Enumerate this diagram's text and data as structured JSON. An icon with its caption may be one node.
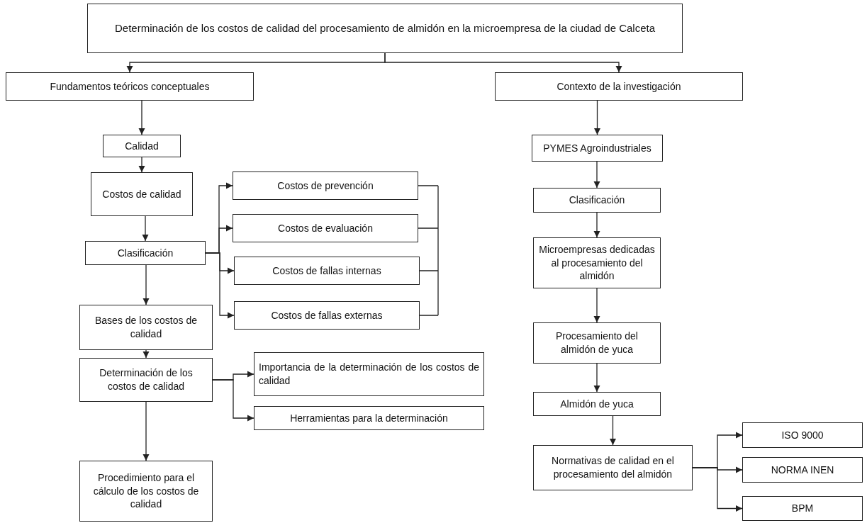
{
  "diagram": {
    "nodes": [
      {
        "text": [
          "Determinación de los costos de calidad del procesamiento de almidón en la microempresa de la ciudad de Calceta"
        ]
      },
      {
        "text": [
          "Fundamentos teóricos conceptuales"
        ]
      },
      {
        "text": [
          "Contexto de la investigación"
        ]
      },
      {
        "text": [
          "Calidad"
        ]
      },
      {
        "text": [
          "Costos de calidad"
        ]
      },
      {
        "text": [
          "Clasificación"
        ]
      },
      {
        "text": [
          "Costos de prevención"
        ]
      },
      {
        "text": [
          "Costos de evaluación"
        ]
      },
      {
        "text": [
          "Costos de fallas internas"
        ]
      },
      {
        "text": [
          "Costos de fallas externas"
        ]
      },
      {
        "text": [
          "Bases de los costos de calidad"
        ]
      },
      {
        "text": [
          "Determinación de los costos de calidad"
        ]
      },
      {
        "text": [
          "Importancia de la determinación de los costos de calidad"
        ]
      },
      {
        "text": [
          "Herramientas para la determinación"
        ]
      },
      {
        "text": [
          "Procedimiento para el cálculo de los costos de calidad"
        ]
      },
      {
        "text": [
          "PYMES Agroindustriales"
        ]
      },
      {
        "text": [
          "Clasificación"
        ]
      },
      {
        "text": [
          "Microempresas dedicadas al procesamiento del almidón"
        ]
      },
      {
        "text": [
          "Procesamiento del almidón de yuca"
        ]
      },
      {
        "text": [
          "Almidón de yuca"
        ]
      },
      {
        "text": [
          "Normativas de calidad en el procesamiento del almidón"
        ]
      },
      {
        "text": [
          "ISO 9000"
        ]
      },
      {
        "text": [
          "NORMA INEN"
        ]
      },
      {
        "text": [
          "BPM"
        ]
      }
    ],
    "edges": [
      {
        "from": 0,
        "to": 1,
        "arrow": "to"
      },
      {
        "from": 0,
        "to": 2,
        "arrow": "to"
      },
      {
        "from": 1,
        "to": 3,
        "arrow": "to"
      },
      {
        "from": 3,
        "to": 4,
        "arrow": "to"
      },
      {
        "from": 4,
        "to": 5,
        "arrow": "to"
      },
      {
        "from": 5,
        "to": 6,
        "arrow": "to"
      },
      {
        "from": 5,
        "to": 7,
        "arrow": "to"
      },
      {
        "from": 5,
        "to": 8,
        "arrow": "to"
      },
      {
        "from": 5,
        "to": 9,
        "arrow": "to"
      },
      {
        "from": 5,
        "to": 10,
        "arrow": "to"
      },
      {
        "from": 10,
        "to": 11,
        "arrow": "to"
      },
      {
        "from": 11,
        "to": 12,
        "arrow": "to"
      },
      {
        "from": 11,
        "to": 13,
        "arrow": "to"
      },
      {
        "from": 11,
        "to": 14,
        "arrow": "to"
      },
      {
        "from": 2,
        "to": 15,
        "arrow": "to"
      },
      {
        "from": 15,
        "to": 16,
        "arrow": "to"
      },
      {
        "from": 16,
        "to": 17,
        "arrow": "to"
      },
      {
        "from": 17,
        "to": 18,
        "arrow": "to"
      },
      {
        "from": 18,
        "to": 19,
        "arrow": "to"
      },
      {
        "from": 19,
        "to": 20,
        "arrow": "to"
      },
      {
        "from": 20,
        "to": 21,
        "arrow": "to"
      },
      {
        "from": 20,
        "to": 22,
        "arrow": "to"
      },
      {
        "from": 20,
        "to": 23,
        "arrow": "to"
      }
    ]
  }
}
